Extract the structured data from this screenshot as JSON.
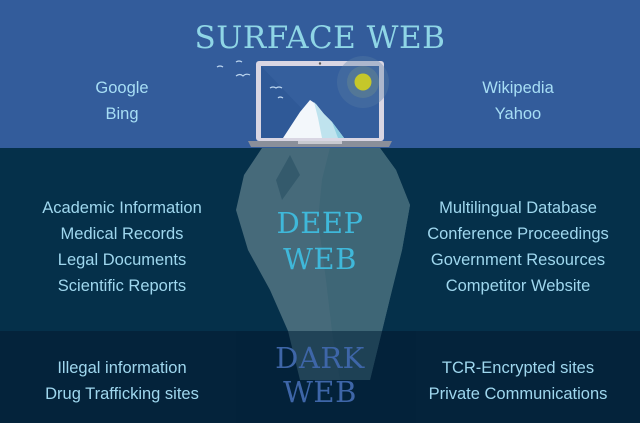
{
  "surface_web": {
    "title": "SURFACE WEB",
    "left_items": [
      "Google",
      "Bing"
    ],
    "right_items": [
      "Wikipedia",
      "Yahoo"
    ]
  },
  "deep_web": {
    "title_line1": "DEEP",
    "title_line2": "WEB",
    "left_items": [
      "Academic Information",
      "Medical Records",
      "Legal Documents",
      "Scientific Reports"
    ],
    "right_items": [
      "Multilingual Database",
      "Conference Proceedings",
      "Government Resources",
      "Competitor Website"
    ]
  },
  "dark_web": {
    "title_line1": "DARK",
    "title_line2": "WEB",
    "left_items": [
      "Illegal information",
      "Drug Trafficking sites"
    ],
    "right_items": [
      "TCR-Encrypted sites",
      "Private Communications"
    ]
  },
  "colors": {
    "surface_bg": "#335c9b",
    "deep_bg": "#05304a",
    "dark_bg": "#04233b",
    "surface_title": "#8fd6e6",
    "deep_title": "#3fb8da",
    "dark_title": "#3e66a8",
    "list_text": "#9fd7ee",
    "sun": "#c5c72a"
  },
  "icons": [
    "laptop-icon",
    "iceberg-icon",
    "sun-icon",
    "bird-icon"
  ]
}
